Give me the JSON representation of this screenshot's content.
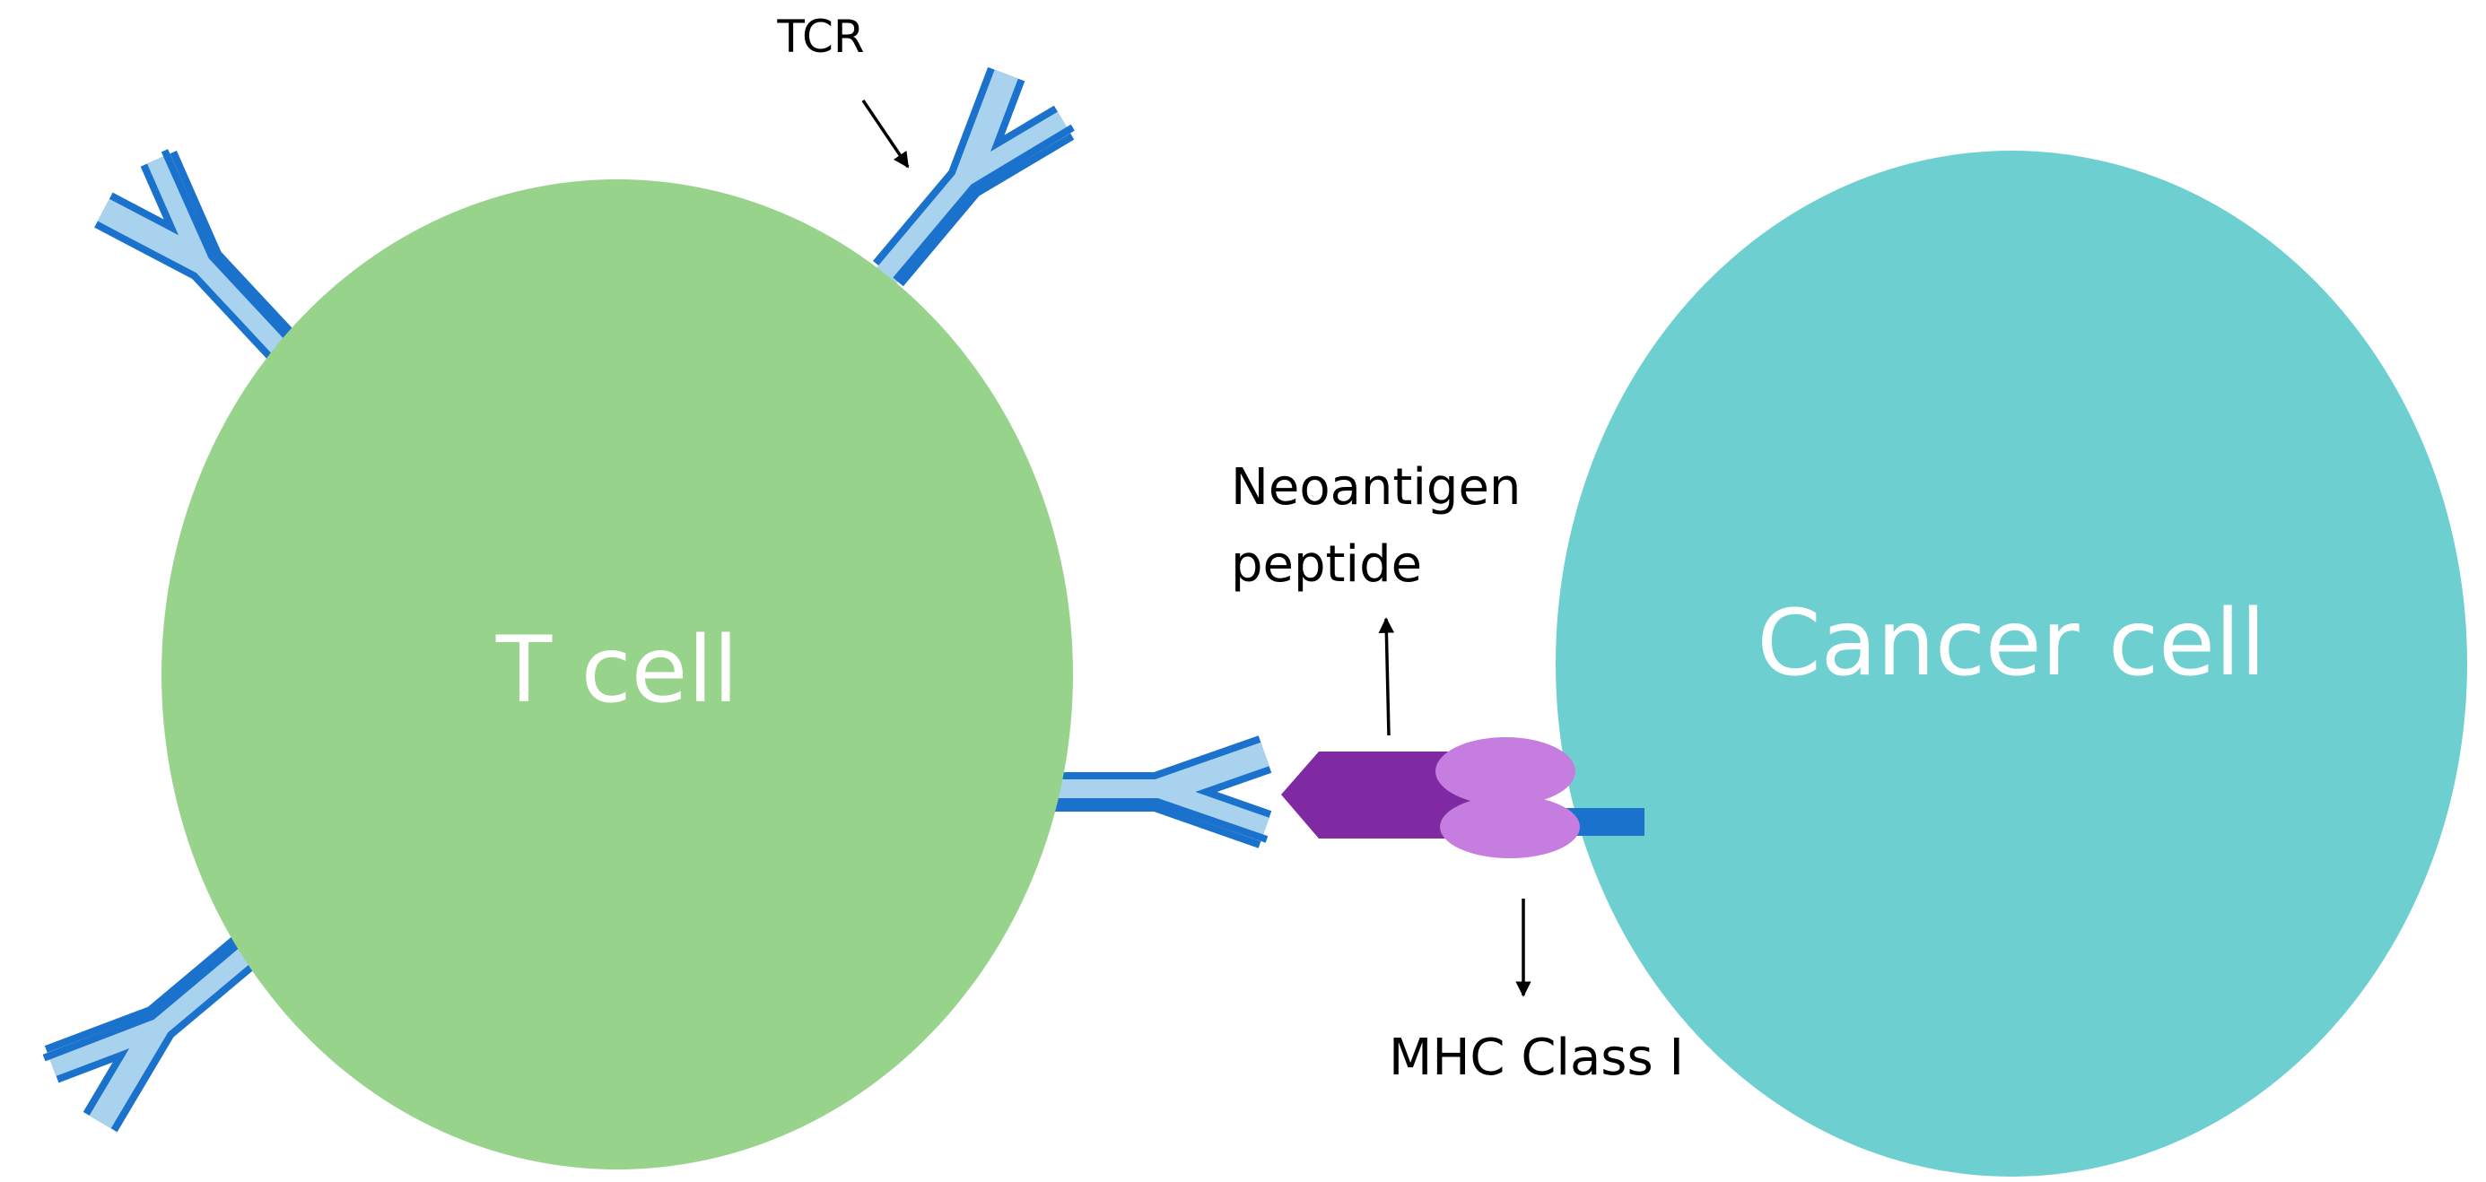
{
  "labels": {
    "t_cell": "T cell",
    "cancer_cell": "Cancer cell",
    "tcr": "TCR",
    "neoantigen_line1": "Neoantigen",
    "neoantigen_line2": "peptide",
    "mhc": "MHC Class I"
  },
  "colors": {
    "t_cell": "#98d38b",
    "cancer_cell": "#6ecfd1",
    "receptor_light": "#a9d2ee",
    "receptor_dark": "#1b72cc",
    "peptide": "#7f2aa3",
    "mhc": "#c57ee0",
    "mhc_anchor": "#1b72cc",
    "arrow": "#000000",
    "cell_text": "#ffffff",
    "annotation_text": "#000000"
  }
}
